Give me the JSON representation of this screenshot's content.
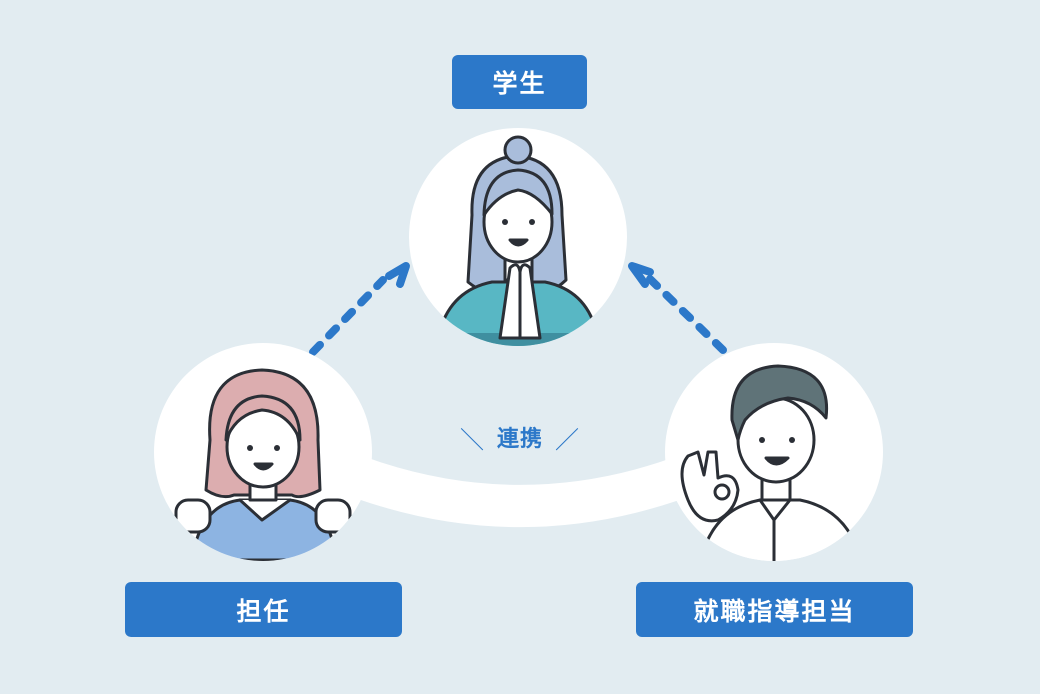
{
  "title": "",
  "nodes": {
    "student": {
      "label": "学生"
    },
    "homeroom": {
      "label": "担任"
    },
    "career": {
      "label": "就職指導担当"
    }
  },
  "link": {
    "label": "連携",
    "left_mark": "＼",
    "right_mark": "／"
  },
  "colors": {
    "background": "#e2ecf1",
    "accent": "#2c78c9",
    "circle": "#ffffff",
    "student_hair": "#a9bddb",
    "student_outfit": "#58b7c4",
    "homeroom_hair": "#dcadaf",
    "homeroom_outfit": "#8db4e2",
    "career_hair": "#5f7378"
  }
}
